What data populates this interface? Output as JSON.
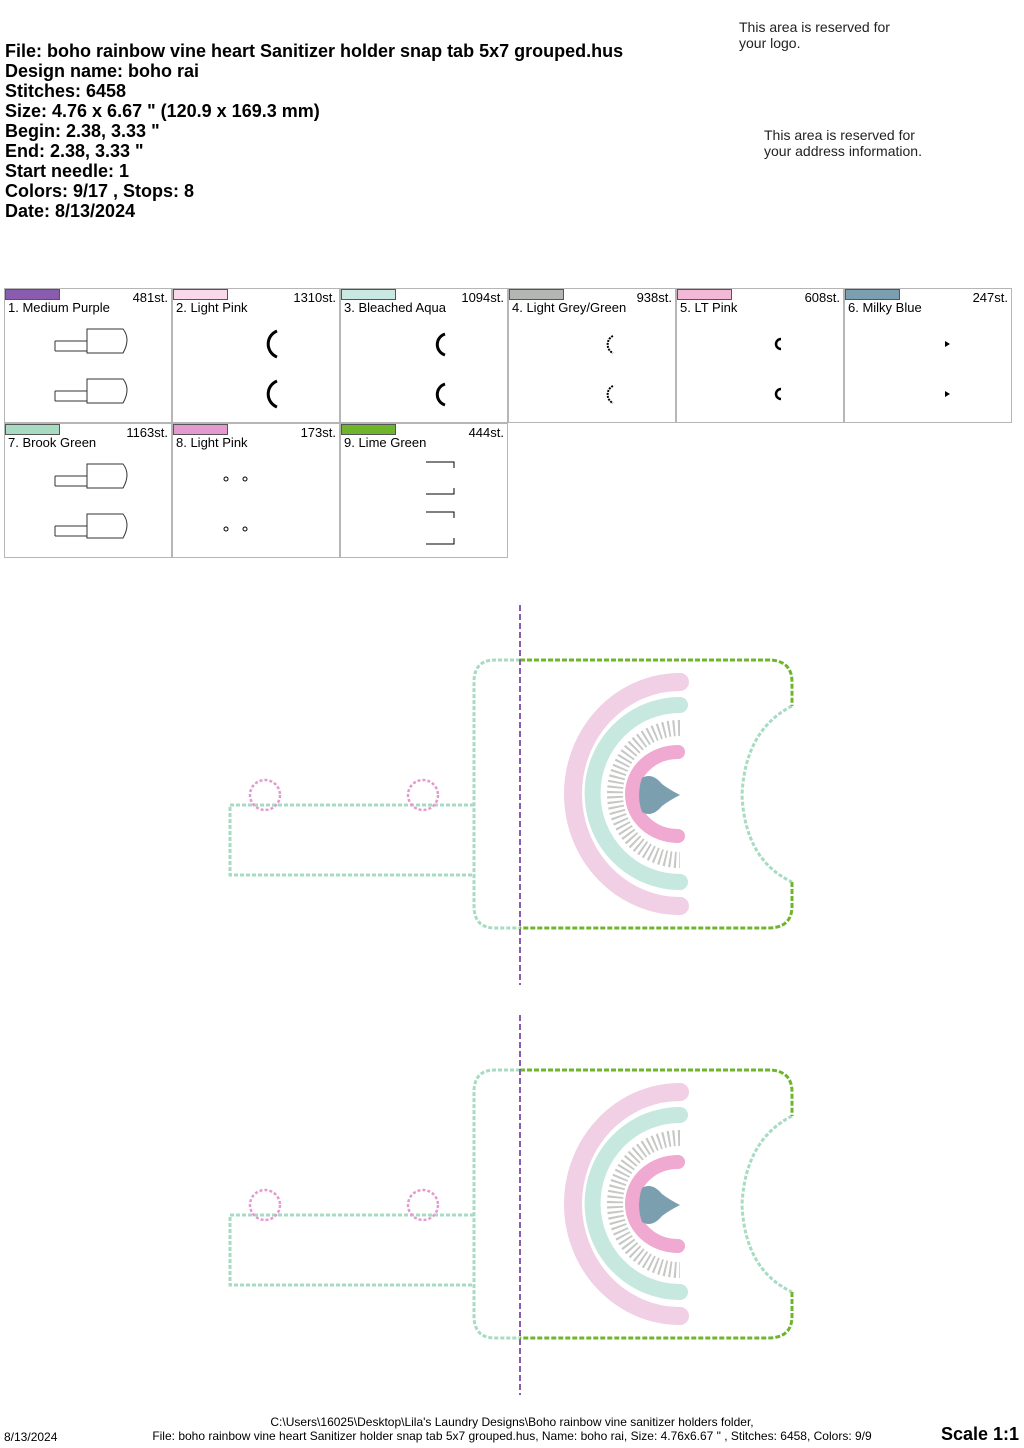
{
  "header": {
    "file": "File: boho rainbow vine heart Sanitizer holder snap tab 5x7 grouped.hus",
    "design_name": "Design name: boho rai",
    "stitches": "Stitches: 6458",
    "size": "Size: 4.76 x 6.67 \" (120.9 x 169.3 mm)",
    "begin": "Begin: 2.38, 3.33 \"",
    "end": "End: 2.38, 3.33 \"",
    "start_needle": "Start needle: 1",
    "colors": "Colors: 9/17 , Stops: 8",
    "date": "Date: 8/13/2024"
  },
  "reserved": {
    "logo": "This area is reserved for your logo.",
    "address": "This area is reserved for your address information."
  },
  "color_stops": [
    {
      "label": "1. Medium Purple",
      "stitches": "481st.",
      "color": "#8a5cb0",
      "icon": "outline-shape-icon"
    },
    {
      "label": "2. Light Pink",
      "stitches": "1310st.",
      "color": "#f7d9ea",
      "icon": "arc-large-icon"
    },
    {
      "label": "3. Bleached Aqua",
      "stitches": "1094st.",
      "color": "#c9e8e2",
      "icon": "arc-medium-icon"
    },
    {
      "label": "4. Light Grey/Green",
      "stitches": "938st.",
      "color": "#b4b6b3",
      "icon": "vine-icon"
    },
    {
      "label": "5. LT Pink",
      "stitches": "608st.",
      "color": "#f3b8d6",
      "icon": "arc-small-icon"
    },
    {
      "label": "6. Milky Blue",
      "stitches": "247st.",
      "color": "#7c9fb0",
      "icon": "heart-dot-icon"
    },
    {
      "label": "7. Brook Green",
      "stitches": "1163st.",
      "color": "#a7dcc2",
      "icon": "outline-shape-icon"
    },
    {
      "label": "8. Light Pink",
      "stitches": "173st.",
      "color": "#e49ad0",
      "icon": "snap-circles-icon"
    },
    {
      "label": "9. Lime Green",
      "stitches": "444st.",
      "color": "#6fb52c",
      "icon": "edge-lines-icon"
    }
  ],
  "footer": {
    "path": "C:\\Users\\16025\\Desktop\\Lila's Laundry Designs\\Boho rainbow vine sanitizer holders folder,",
    "summary": "File: boho rainbow vine heart Sanitizer holder snap tab 5x7 grouped.hus, Name: boho rai, Size: 4.76x6.67 \" , Stitches: 6458, Colors: 9/9",
    "date": "8/13/2024",
    "scale": "Scale 1:1"
  }
}
